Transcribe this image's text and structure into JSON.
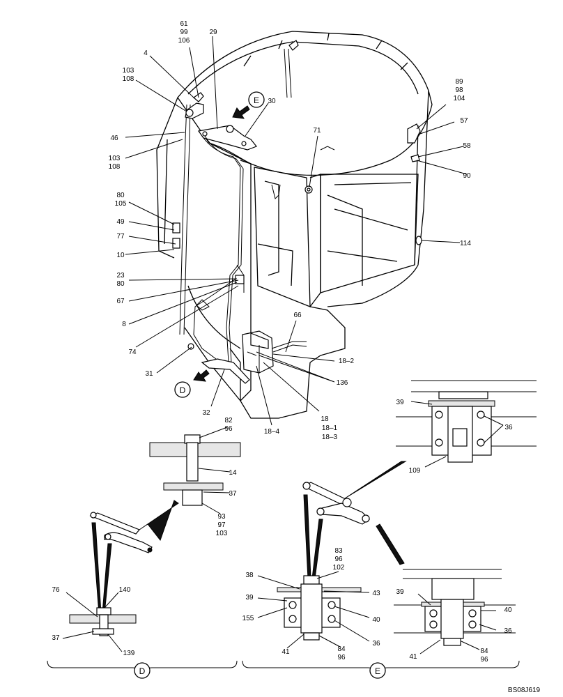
{
  "diagram": {
    "drawing_code": "BS08J619",
    "view_markers": {
      "upper_e": "E",
      "upper_d": "D",
      "bottom_d": "D",
      "bottom_e": "E"
    },
    "callouts": {
      "c_61_99_106": [
        "61",
        "99",
        "106"
      ],
      "c_29": "29",
      "c_4": "4",
      "c_103_108_top": [
        "103",
        "108"
      ],
      "c_30": "30",
      "c_46": "46",
      "c_103_108_mid": [
        "103",
        "108"
      ],
      "c_71": "71",
      "c_89_98_104": [
        "89",
        "98",
        "104"
      ],
      "c_57": "57",
      "c_58": "58",
      "c_90": "90",
      "c_80_105": [
        "80",
        "105"
      ],
      "c_49": "49",
      "c_77": "77",
      "c_10": "10",
      "c_114": "114",
      "c_23_80": [
        "23",
        "80"
      ],
      "c_67": "67",
      "c_8": "8",
      "c_66": "66",
      "c_74": "74",
      "c_18_2": "18–2",
      "c_31": "31",
      "c_136": "136",
      "c_39_top": "39",
      "c_36_top": "36",
      "c_32": "32",
      "c_18_4": "18–4",
      "c_18_group": [
        "18",
        "18–1",
        "18–3"
      ],
      "c_82_96": [
        "82",
        "96"
      ],
      "c_14": "14",
      "c_37_mid": "37",
      "c_93_97_103": [
        "93",
        "97",
        "103"
      ],
      "c_109": "109",
      "c_83_96_102": [
        "83",
        "96",
        "102"
      ],
      "c_76": "76",
      "c_140": "140",
      "c_37_low": "37",
      "c_139": "139",
      "c_38": "38",
      "c_43": "43",
      "c_39_e": "39",
      "c_155": "155",
      "c_40_e": "40",
      "c_41_e": "41",
      "c_84_96_e": [
        "84",
        "96"
      ],
      "c_36_e": "36",
      "c_39_r": "39",
      "c_40_r": "40",
      "c_36_r": "36",
      "c_41_r": "41",
      "c_84_96_r": [
        "84",
        "96"
      ]
    }
  }
}
